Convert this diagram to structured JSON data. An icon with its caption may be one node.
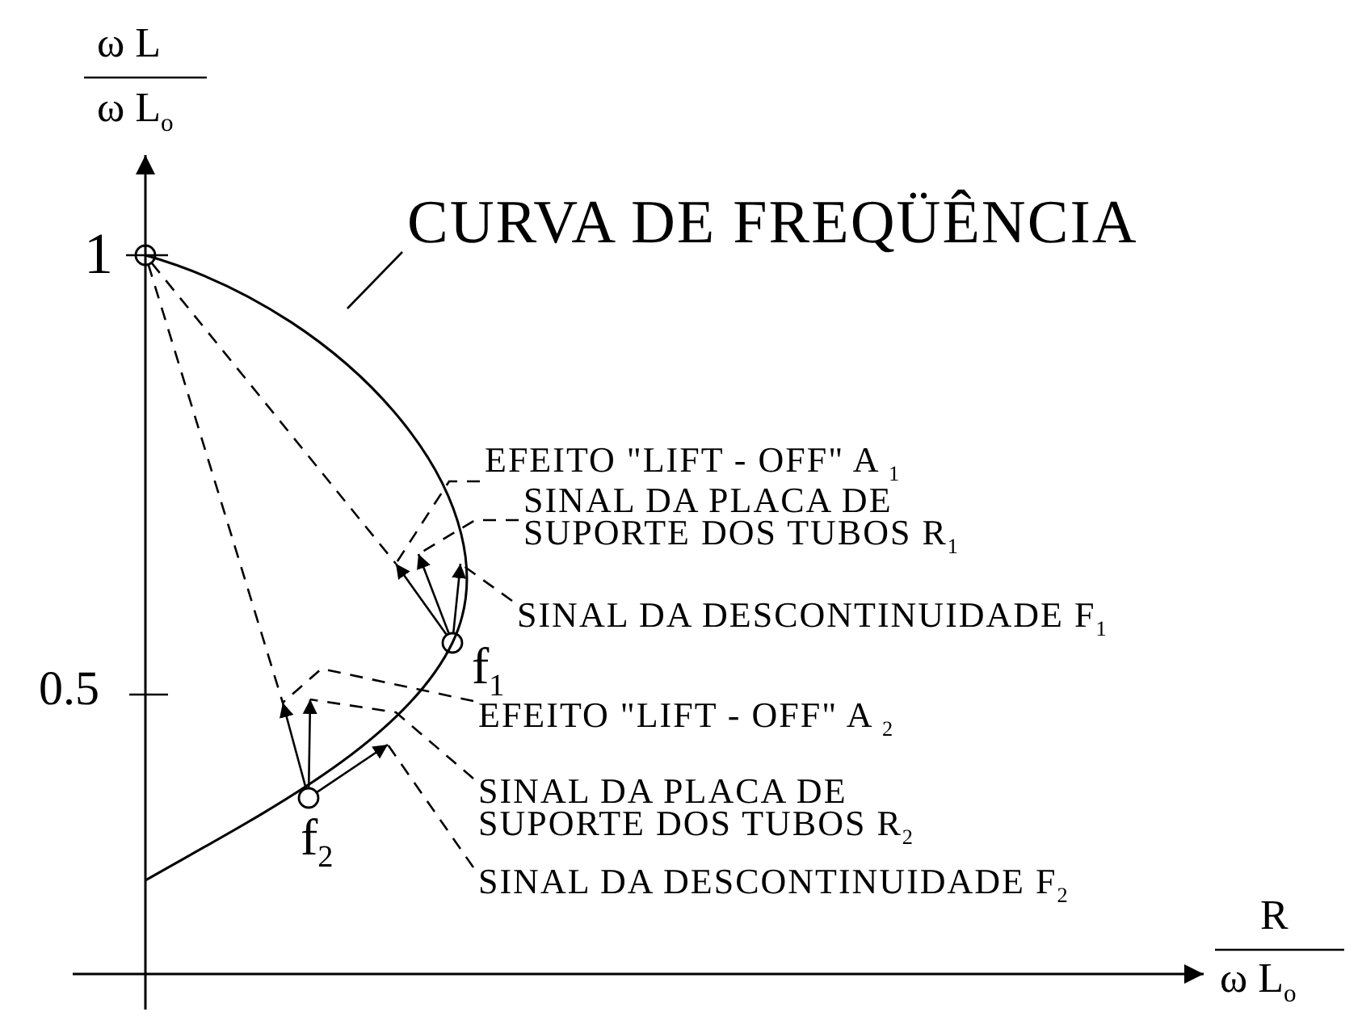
{
  "diagram": {
    "nodes": [
      {
        "text": [
          "CURVA DE FREQÜÊNCIA"
        ]
      },
      {
        "text": [
          "EFEITO \"LIFT - OFF\" A $_{1}$"
        ]
      },
      {
        "text": [
          "SINAL DA PLACA DE SUPORTE DOS TUBOS R$_{1}$"
        ]
      },
      {
        "text": [
          "SINAL DA DESCONTINUIDADE F$_{1}$"
        ]
      },
      {
        "text": [
          "EFEITO \"LIFT - OFF\" A $_{2}$"
        ]
      },
      {
        "text": [
          "SINAL DA PLACA DE SUPORTE DOS TUBOS R$_{2}$"
        ]
      },
      {
        "text": [
          "SINAL DA DESCONTINUIDADE F$_{2}$"
        ]
      },
      {
        "text": [],
        "shape": "circle"
      },
      {
        "text": [],
        "shape": "circle",
        "beside": [
          "f$_{1}$"
        ]
      },
      {
        "text": [],
        "shape": "circle",
        "beside": [
          "f$_{2}$"
        ]
      }
    ],
    "edges": [
      {
        "from": 0,
        "to": null,
        "arrow": "none"
      },
      {
        "from": 1,
        "to": null,
        "arrow": "none",
        "style": "dashed"
      },
      {
        "from": 2,
        "to": null,
        "arrow": "none",
        "style": "dashed"
      },
      {
        "from": 3,
        "to": null,
        "arrow": "none",
        "style": "dashed"
      },
      {
        "from": 4,
        "to": null,
        "arrow": "none",
        "style": "dashed"
      },
      {
        "from": 5,
        "to": null,
        "arrow": "none",
        "style": "dashed"
      },
      {
        "from": 6,
        "to": null,
        "arrow": "none",
        "style": "dashed"
      },
      {
        "from": 8,
        "to": null,
        "arrow": "to"
      },
      {
        "from": 8,
        "to": null,
        "arrow": "to"
      },
      {
        "from": 8,
        "to": null,
        "arrow": "to"
      },
      {
        "from": 9,
        "to": null,
        "arrow": "to"
      },
      {
        "from": 9,
        "to": null,
        "arrow": "to"
      },
      {
        "from": 9,
        "to": null,
        "arrow": "to"
      },
      {
        "from": 7,
        "to": null,
        "arrow": "none",
        "style": "dashed"
      },
      {
        "from": 7,
        "to": null,
        "arrow": "none",
        "style": "dashed"
      }
    ],
    "labels": [
      "ω L",
      "ω L$_{o}$",
      "1",
      "0.5",
      "R",
      "ω L$_{o}$"
    ]
  }
}
